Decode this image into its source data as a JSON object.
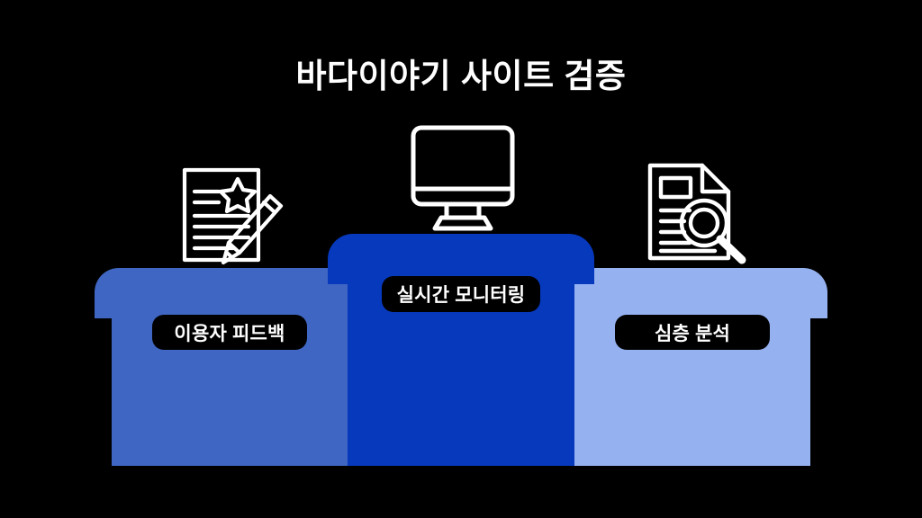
{
  "page": {
    "title": "바다이야기 사이트 검증",
    "background_color": "#000000",
    "title_color": "#ffffff"
  },
  "podium": {
    "columns": [
      {
        "id": "user-feedback",
        "label": "이용자 피드백",
        "bar_color": "#3f66c2",
        "position": "left",
        "icon": "document-star-pencil-icon",
        "label_background": "#000000",
        "label_color": "#ffffff"
      },
      {
        "id": "realtime-monitoring",
        "label": "실시간 모니터링",
        "bar_color": "#0739bd",
        "position": "center",
        "icon": "desktop-monitor-icon",
        "label_background": "#000000",
        "label_color": "#ffffff"
      },
      {
        "id": "in-depth-analysis",
        "label": "심층 분석",
        "bar_color": "#95b1f0",
        "position": "right",
        "icon": "document-magnifier-icon",
        "label_background": "#000000",
        "label_color": "#ffffff"
      }
    ]
  }
}
